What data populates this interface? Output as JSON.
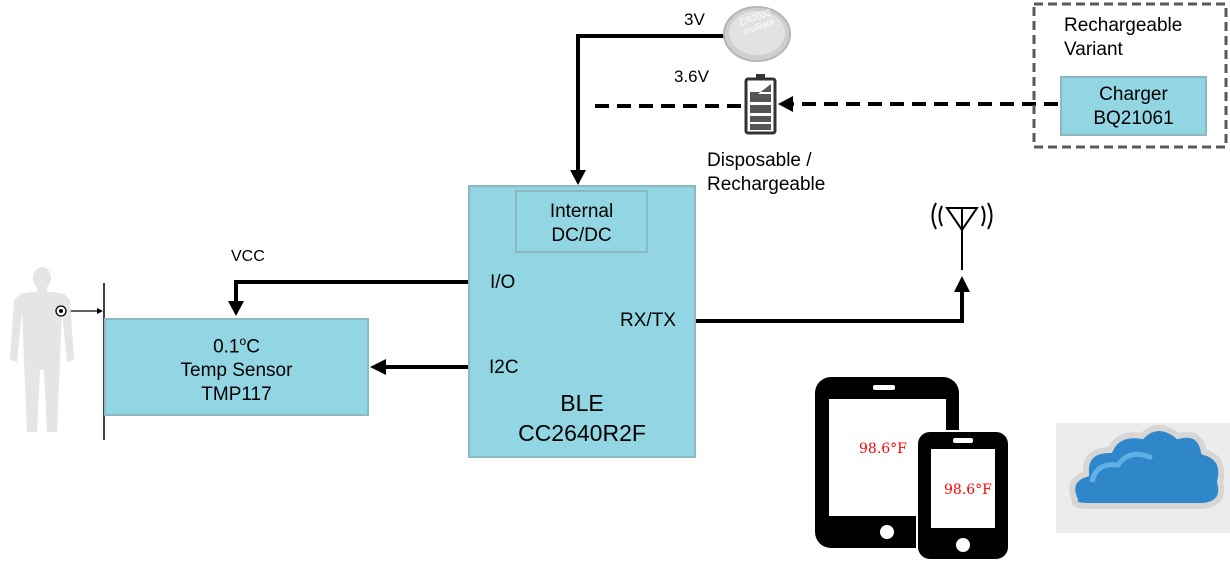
{
  "coin_cell": {
    "voltage_label": "3V",
    "imprint_top": "CR2032",
    "imprint_brand": "muRata"
  },
  "battery": {
    "voltage_label": "3.6V",
    "caption_line1": "Disposable /",
    "caption_line2": "Rechargeable"
  },
  "rechargeable_variant": {
    "title_line1": "Rechargeable",
    "title_line2": "Variant",
    "charger_line1": "Charger",
    "charger_line2": "BQ21061"
  },
  "ble_block": {
    "dcdc_line1": "Internal",
    "dcdc_line2": "DC/DC",
    "io_label": "I/O",
    "i2c_label": "I2C",
    "rxtx_label": "RX/TX",
    "name_line1": "BLE",
    "name_line2": "CC2640R2F"
  },
  "sensor_block": {
    "line1_value": "0.1",
    "line1_sup": "o",
    "line1_unit": "C",
    "line2": "Temp Sensor",
    "line3": "TMP117"
  },
  "vcc_label": "VCC",
  "devices": {
    "tablet_temp": "98.6°F",
    "phone_temp": "98.6°F",
    "temp_color": "#ff0000"
  },
  "colors": {
    "block_fill": "#92d6e3",
    "block_border": "#8bb8c2",
    "line": "#000000",
    "dashed_border": "#595959"
  }
}
